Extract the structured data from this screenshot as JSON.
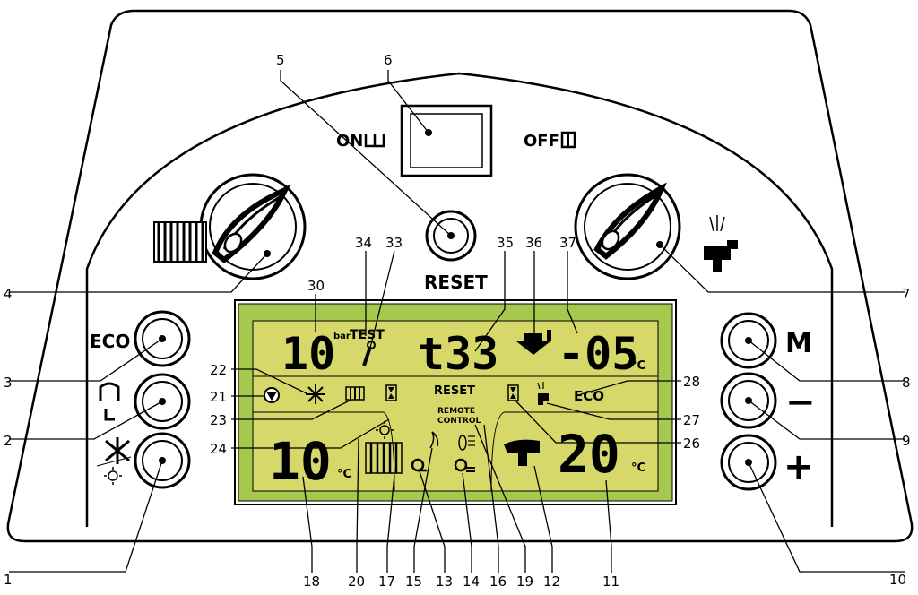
{
  "panel": {
    "switch": {
      "on_label": "ON",
      "off_label": "OFF"
    },
    "reset_label": "RESET",
    "buttons": {
      "eco": "ECO",
      "mode": "M",
      "minus": "−",
      "plus": "+"
    }
  },
  "lcd": {
    "pressure_value": "10",
    "pressure_unit": "bar",
    "test_label": "TEST",
    "code_value": "t33",
    "outdoor_value": "-05",
    "outdoor_unit": "°C",
    "reset_indicator": "RESET",
    "eco_indicator": "ECO",
    "remote_line1": "REMOTE",
    "remote_line2": "CONTROL",
    "heating_value": "10",
    "heating_unit": "°C",
    "dhw_value": "20",
    "dhw_unit": "°C"
  },
  "callouts": {
    "c1": "1",
    "c2": "2",
    "c3": "3",
    "c4": "4",
    "c5": "5",
    "c6": "6",
    "c7": "7",
    "c8": "8",
    "c9": "9",
    "c10": "10",
    "c11": "11",
    "c12": "12",
    "c13": "13",
    "c14": "14",
    "c15": "15",
    "c16": "16",
    "c17": "17",
    "c18": "18",
    "c19": "19",
    "c20": "20",
    "c21": "21",
    "c22": "22",
    "c23": "23",
    "c24": "24",
    "c26": "26",
    "c27": "27",
    "c28": "28",
    "c30": "30",
    "c33": "33",
    "c34": "34",
    "c35": "35",
    "c36": "36",
    "c37": "37"
  },
  "colors": {
    "lcd_outer": "#a6c84f",
    "lcd_inner": "#d6d96a",
    "ink": "#000000"
  }
}
